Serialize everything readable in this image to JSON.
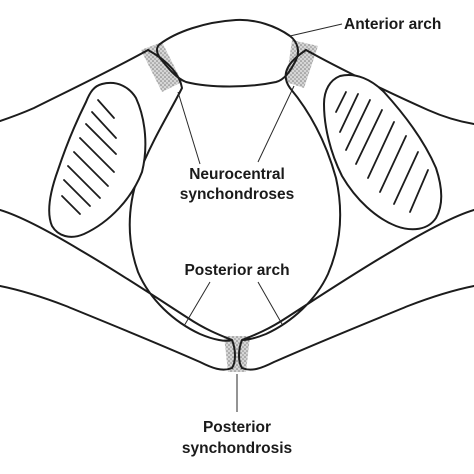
{
  "labels": {
    "anterior_arch": "Anterior arch",
    "neurocentral_line1": "Neurocentral",
    "neurocentral_line2": "synchondroses",
    "posterior_arch": "Posterior arch",
    "posterior_synch_line1": "Posterior",
    "posterior_synch_line2": "synchondrosis"
  },
  "colors": {
    "line": "#1c1c1c",
    "cartilage": "#9a9a9a",
    "background": "#ffffff"
  }
}
